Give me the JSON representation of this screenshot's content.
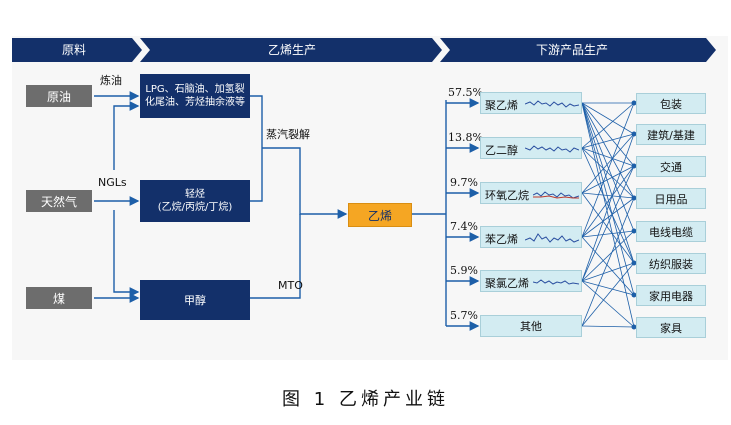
{
  "header": {
    "stage_raw": "原料",
    "stage_ethylene": "乙烯生产",
    "stage_downstream": "下游产品生产",
    "color_dark": "#13306a",
    "color_mid": "#1b4a8a"
  },
  "raw_materials": [
    "原油",
    "天然气",
    "煤"
  ],
  "process_boxes": {
    "oil_products": "LPG、石脑油、加氢裂化尾油、芳烃抽余液等",
    "light_hydrocarbons": "轻烃\n(乙烷/丙烷/丁烷)",
    "methanol": "甲醇"
  },
  "edge_labels": {
    "refining": "炼油",
    "ngls": "NGLs",
    "steam_cracking": "蒸汽裂解",
    "mto": "MTO"
  },
  "ethylene": "乙烯",
  "products": [
    {
      "share": "57.5%",
      "name": "聚乙烯"
    },
    {
      "share": "13.8%",
      "name": "乙二醇"
    },
    {
      "share": "9.7%",
      "name": "环氧乙烷"
    },
    {
      "share": "7.4%",
      "name": "苯乙烯"
    },
    {
      "share": "5.9%",
      "name": "聚氯乙烯"
    },
    {
      "share": "5.7%",
      "name": "其他"
    }
  ],
  "end_uses": [
    "包装",
    "建筑/基建",
    "交通",
    "日用品",
    "电线电缆",
    "纺织服装",
    "家用电器",
    "家具"
  ],
  "caption": "图 1  乙烯产业链",
  "colors": {
    "raw_gray": "#6d6d6d",
    "process_navy": "#13306a",
    "ethylene_orange": "#f5a623",
    "product_cyan": "#d3ecf2",
    "line_blue": "#1d5fa8"
  }
}
